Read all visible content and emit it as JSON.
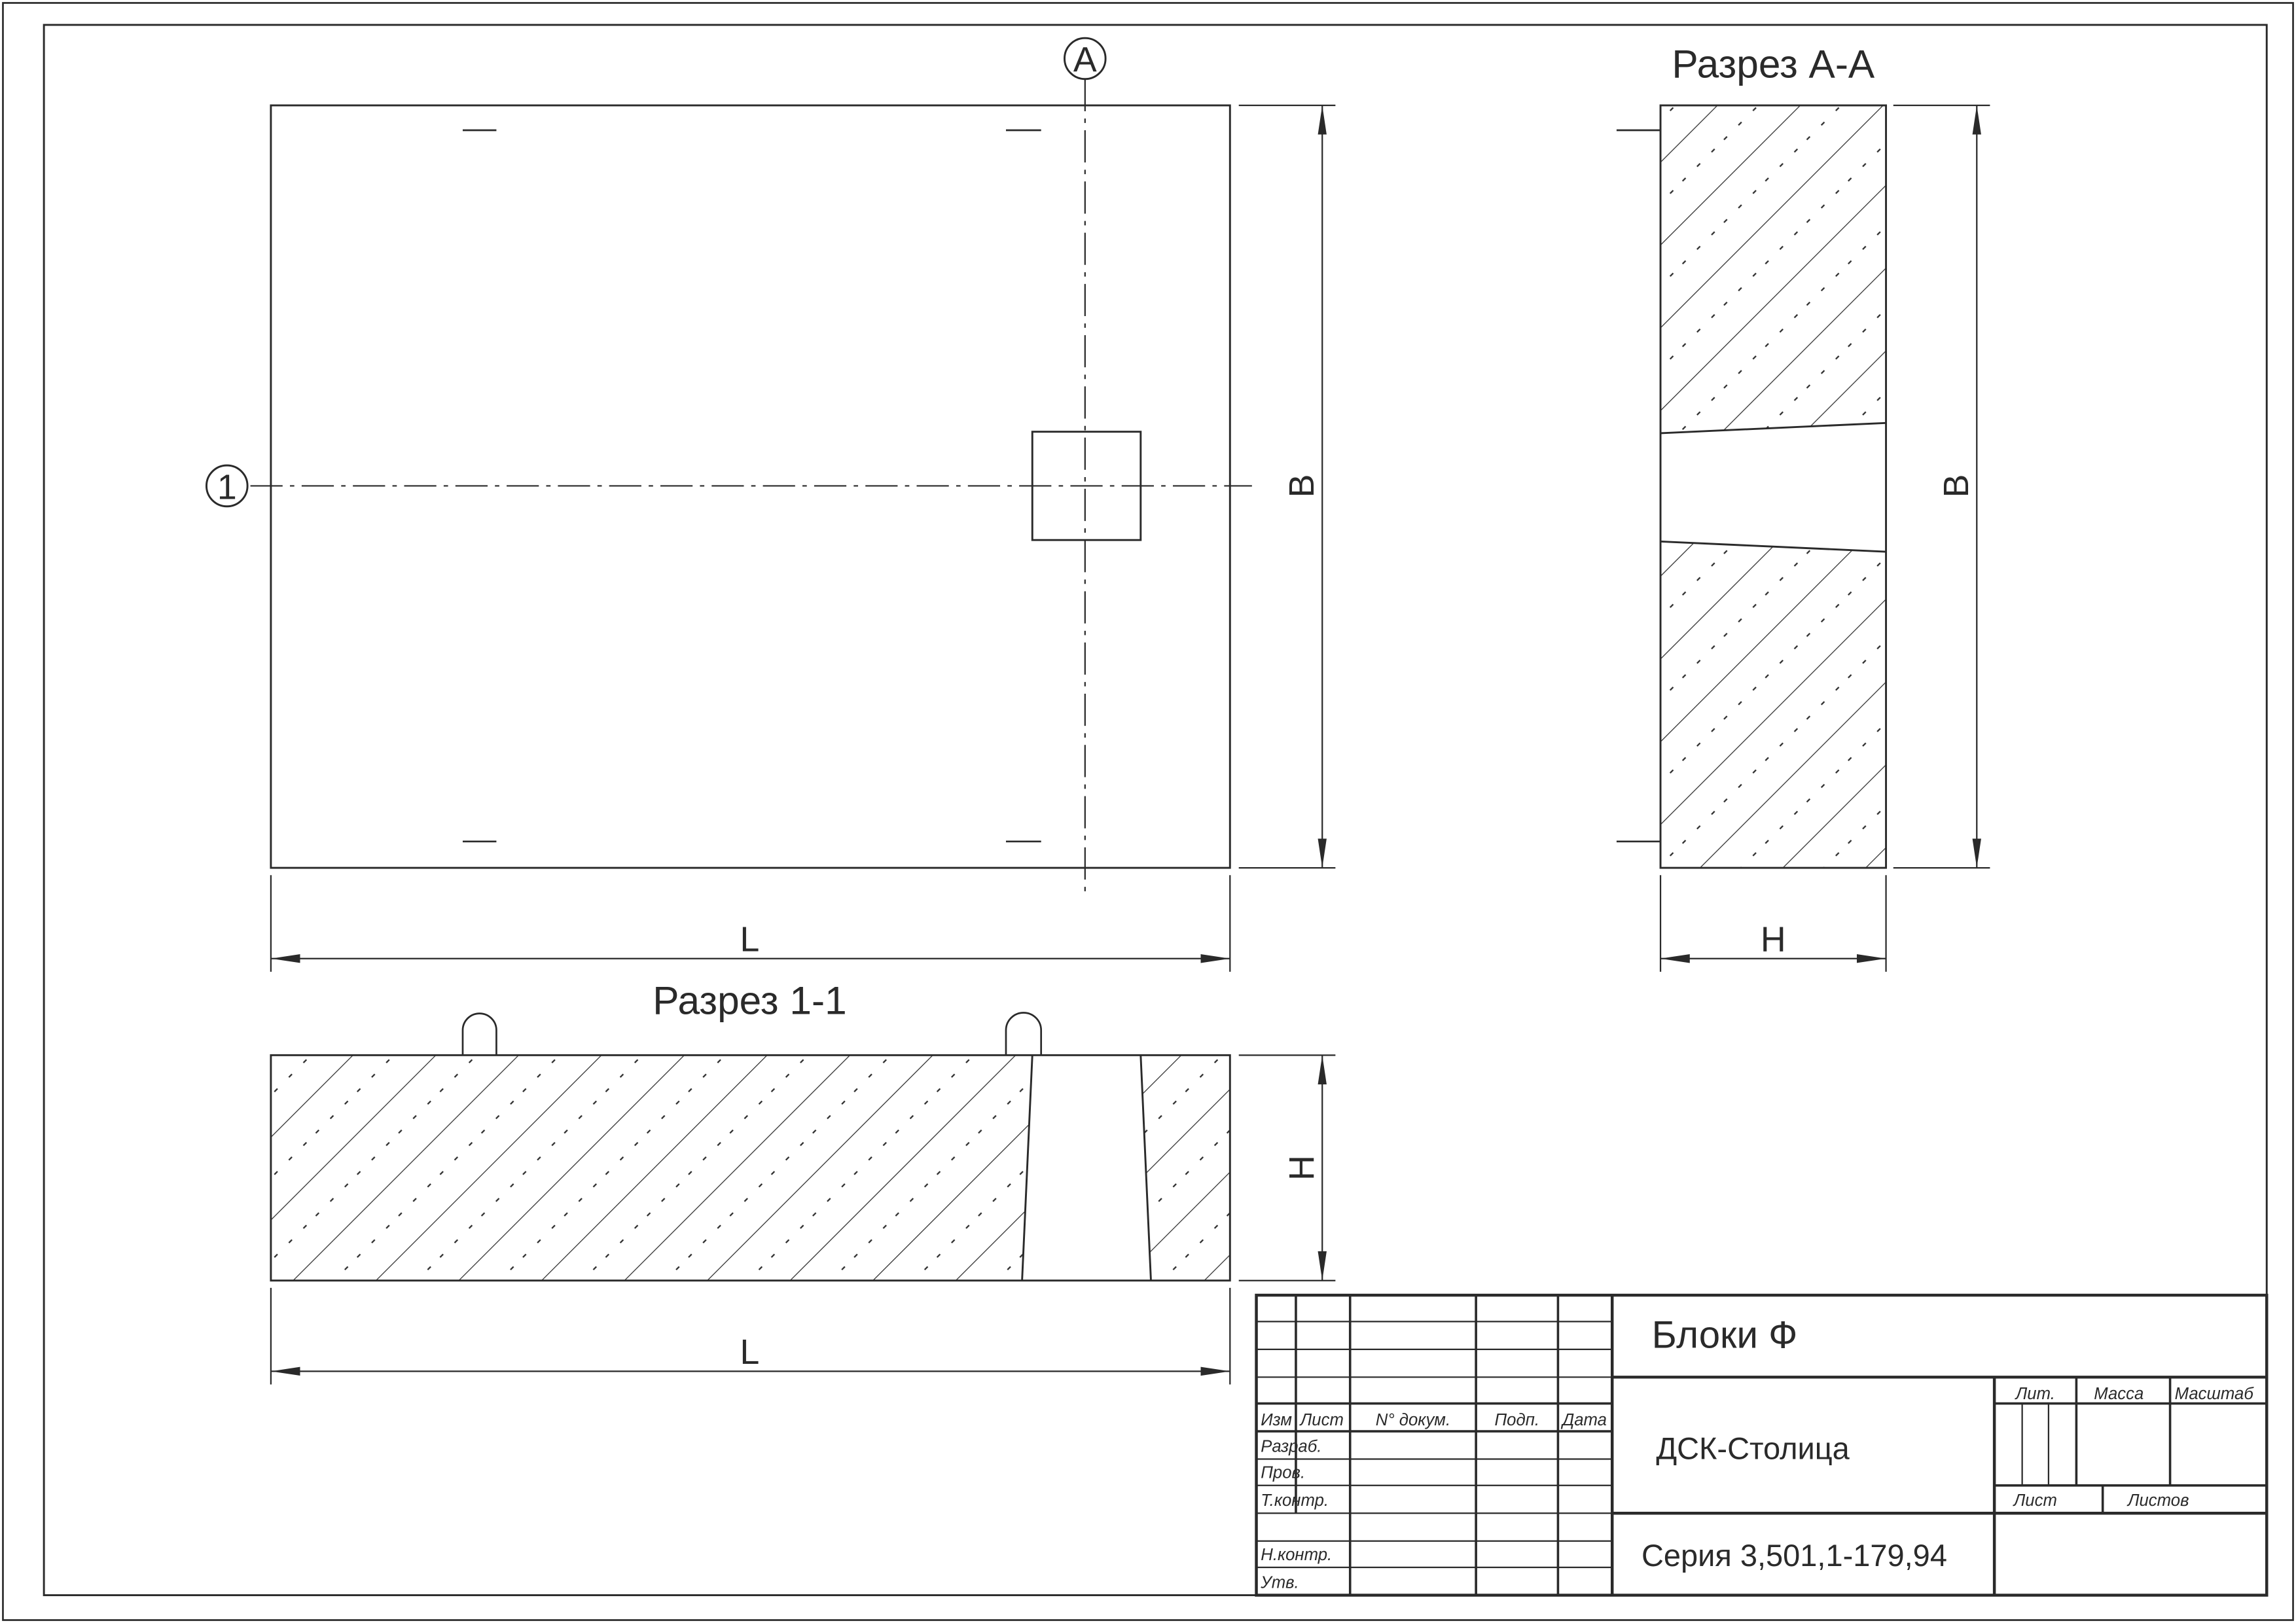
{
  "colors": {
    "line": "#2a2a2a",
    "background": "#ffffff"
  },
  "plan_view": {
    "axis_marker_top": "A",
    "axis_marker_left": "1",
    "dim_length": "L",
    "dim_width": "B"
  },
  "section_aa": {
    "title": "Разрез А-А",
    "dim_width": "B",
    "dim_height": "H"
  },
  "section_11": {
    "title": "Разрез 1-1",
    "dim_height": "H",
    "dim_length": "L"
  },
  "title_block": {
    "name": "Блоки Ф",
    "organization": "ДСК-Столица",
    "series": "Серия 3,501,1-179,94",
    "col_headers": {
      "izm": "Изм",
      "list": "Лист",
      "doc": "N° докум.",
      "sign": "Подп.",
      "date": "Дата"
    },
    "rows": {
      "developed": "Разраб.",
      "checked": "Пров.",
      "tech_control": "Т.контр.",
      "norm_control": "Н.контр.",
      "approved": "Утв."
    },
    "right": {
      "lit": "Лит.",
      "mass": "Масса",
      "scale": "Масштаб",
      "sheet": "Лист",
      "sheets": "Листов"
    }
  }
}
